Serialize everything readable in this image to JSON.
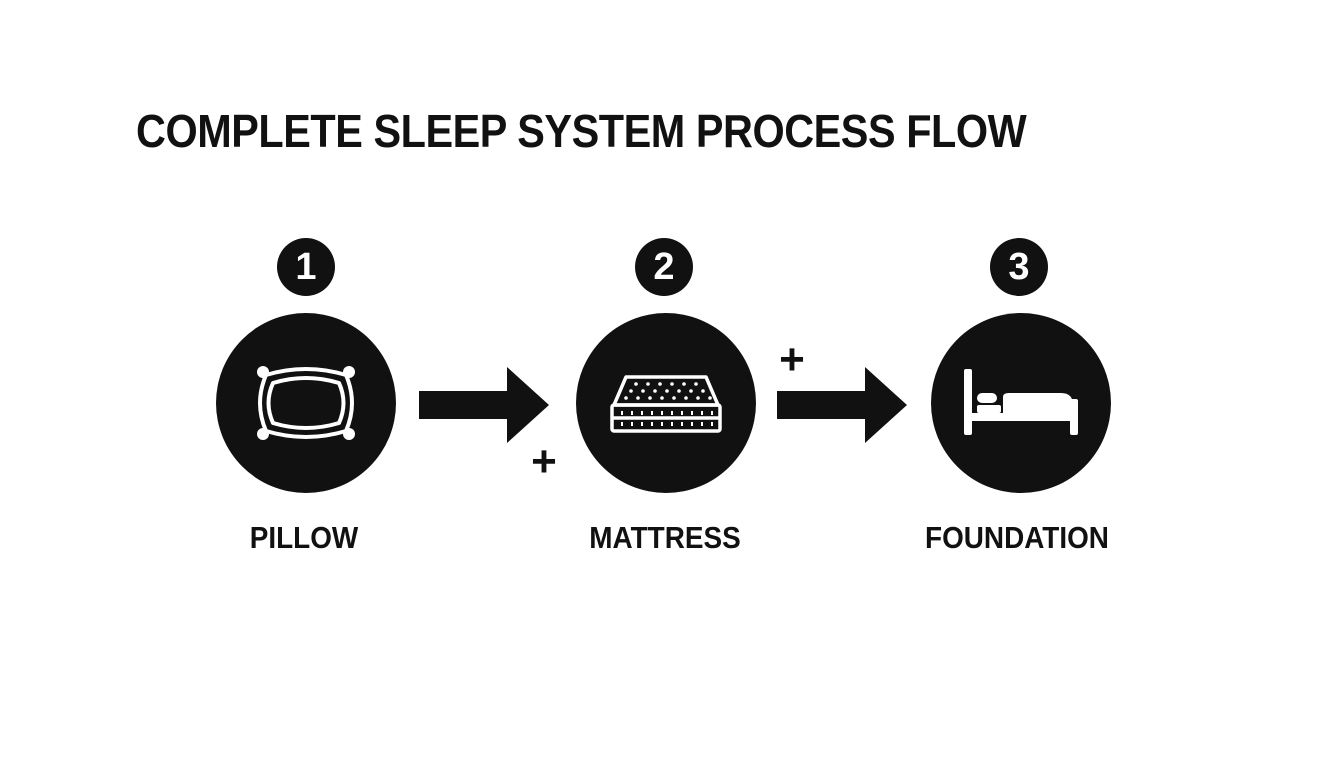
{
  "title": "COMPLETE SLEEP SYSTEM PROCESS FLOW",
  "steps": [
    {
      "number": "1",
      "label": "PILLOW",
      "icon": "pillow-icon"
    },
    {
      "number": "2",
      "label": "MATTRESS",
      "icon": "mattress-icon"
    },
    {
      "number": "3",
      "label": "FOUNDATION",
      "icon": "bed-icon"
    }
  ],
  "connectors": [
    {
      "symbol": "+",
      "icon": "arrow-right-icon"
    },
    {
      "symbol": "+",
      "icon": "arrow-right-icon"
    }
  ],
  "colors": {
    "background": "#ffffff",
    "foreground": "#111111",
    "icon_stroke": "#ffffff"
  }
}
